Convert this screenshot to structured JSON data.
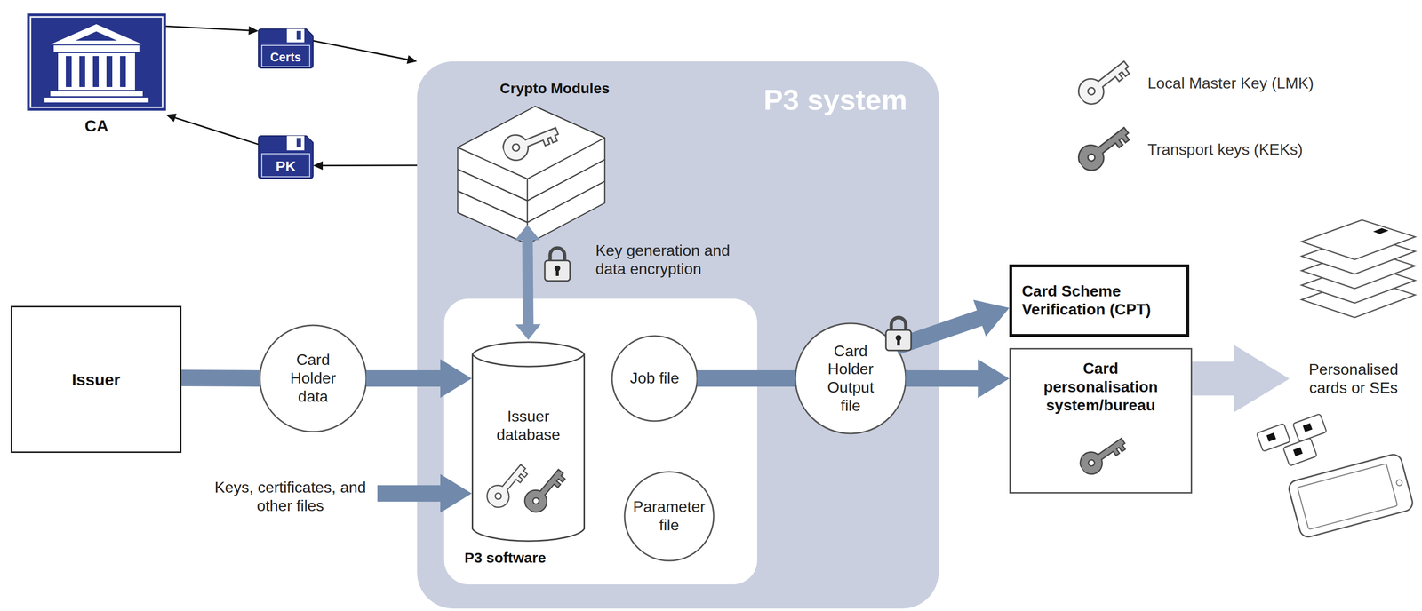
{
  "diagram": {
    "nodes": [
      {
        "text": [
          "CA"
        ]
      },
      {
        "text": [
          "Certs"
        ]
      },
      {
        "text": [
          "PK"
        ]
      },
      {
        "text": [
          "P3 system"
        ]
      },
      {
        "text": [
          "Crypto Modules"
        ],
        "in": 3
      },
      {
        "text": [
          "P3 software"
        ],
        "in": 3
      },
      {
        "text": [
          "Issuer database"
        ],
        "in": 5
      },
      {
        "text": [
          "Job file"
        ],
        "in": 5
      },
      {
        "text": [
          "Parameter file"
        ],
        "in": 5
      },
      {
        "text": [
          "Issuer"
        ]
      },
      {
        "text": [
          "Card Holder data"
        ]
      },
      {
        "text": [
          "Card Holder Output file"
        ],
        "in": 3
      },
      {
        "text": [
          "Card Scheme Verification (CPT)"
        ]
      },
      {
        "text": [
          "Card personalisation system/bureau"
        ]
      },
      {
        "text": [
          "Personalised cards or SEs"
        ]
      },
      {
        "text": [
          "Keys, certificates, and other files"
        ]
      }
    ],
    "edges": [
      {
        "from": 0,
        "to": 1,
        "arrow": "to"
      },
      {
        "from": 1,
        "to": 3,
        "arrow": "to"
      },
      {
        "from": 3,
        "to": 2,
        "arrow": "to"
      },
      {
        "from": 2,
        "to": 0,
        "arrow": "to"
      },
      {
        "from": 9,
        "to": 10,
        "arrow": "none"
      },
      {
        "from": 10,
        "to": 6,
        "arrow": "to"
      },
      {
        "from": 15,
        "to": 6,
        "arrow": "to"
      },
      {
        "from": 4,
        "to": 6,
        "arrow": "both",
        "label": "Key generation and data encryption"
      },
      {
        "from": 7,
        "to": 11,
        "arrow": "none"
      },
      {
        "from": 11,
        "to": 12,
        "arrow": "to"
      },
      {
        "from": 11,
        "to": 13,
        "arrow": "to"
      },
      {
        "from": 13,
        "to": 14,
        "arrow": "to"
      }
    ],
    "legend": [
      {
        "text": "Local Master Key (LMK)"
      },
      {
        "text": "Transport keys (KEKs)"
      }
    ]
  }
}
